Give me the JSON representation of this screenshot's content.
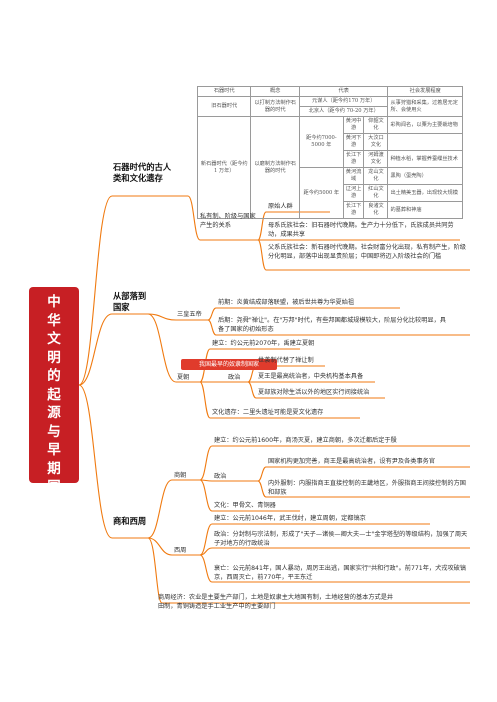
{
  "root_title": [
    "中",
    "华",
    "文",
    "明",
    "的",
    "起",
    "源",
    "与",
    "早",
    "期",
    "国",
    "家"
  ],
  "colors": {
    "root": "#c71f24",
    "branch": "#f07a10",
    "highlight": "#e03b2c"
  },
  "table": {
    "headers": [
      "石器时代",
      "概念",
      "代表",
      "社会发展程度"
    ],
    "old_age": {
      "era": "旧石器时代",
      "concept": "以打制方法制作石器的时代",
      "reps": [
        "元谋人（距今约170 万年）",
        "北京人（距今约 70-20 万年）"
      ],
      "level": "从事狩猎和采集，过着居无定所、会使用火"
    },
    "new_age": {
      "era": "新石器时代（距今约1 万年）",
      "concept": "以磨制方法制作石器的时代",
      "group1_time": "距今约7000-5000 年",
      "group2_time": "距今约5000 年",
      "rows": [
        {
          "region": "黄河中游",
          "culture": "仰韶文化",
          "level": "彩陶闻名，以粟为主要栽培物"
        },
        {
          "region": "黄河下游",
          "culture": "大汶口文化",
          "level": ""
        },
        {
          "region": "长江下游",
          "culture": "河姆渡文化",
          "level": "种植水稻，掌握养蚕缫丝技术"
        },
        {
          "region": "黄河流域",
          "culture": "龙山文化",
          "level": "黑陶（蛋壳陶）"
        },
        {
          "region": "辽河上游",
          "culture": "红山文化",
          "level": "出土精美玉器，出现较大规模"
        },
        {
          "region": "长江下游",
          "culture": "良渚文化",
          "level": "的墓葬和神庙"
        }
      ]
    }
  },
  "branches": {
    "stone_age": "石器时代的古人类和文化遗存",
    "tribe_to_state": "从部落到国家",
    "shang_zhou": "商和西周"
  },
  "stone_age": {
    "private": "私有制、阶级与国家产生的关系",
    "items": [
      "原始人群",
      "母系氏族社会：旧石器时代晚期。生产力十分低下，氏族成员共同劳动，成果共享",
      "父系氏族社会：新石器时代晚期。社会财富分化出现，私有制产生，阶级分化明显，部落中出现显贵阶层；中国即将迈入阶级社会的门槛"
    ]
  },
  "tribe": {
    "three_five": "三皇五帝",
    "tf_items": [
      "前期：炎黄结成部落联盟，被后世共尊为华夏始祖",
      "后期：尧舜\"禅让\"。在\"万邦\"时代，有些邦国都城规模较大，阶层分化比较明显，具备了国家的初始形态"
    ],
    "xia": "夏朝",
    "highlight": "我国最早的奴隶制国家",
    "xia_founded": "建立：约公元前2070年，禹建立夏朝",
    "politics": "政治",
    "pol_items": [
      "世袭制代替了禅让制",
      "夏王是最高统治者，中央机构基本具备",
      "夏部族对除生活以外的地区实行间接统治"
    ],
    "culture": "文化遗存：二里头遗址可能是夏文化遗存"
  },
  "shang_zhou": {
    "shang": "商朝",
    "shang_founded": "建立：约公元前1600年，商汤灭夏，建立商朝，多次迁都后定于殷",
    "politics": "政治",
    "shang_pol": [
      "国家机构更加完善，商王是最高统治者，设有尹及各类事务官",
      "内外服制：内服指商王直接控制的王畿地区，外服指商王间接控制的方国和部族"
    ],
    "shang_culture": "文化：甲骨文、青铜器",
    "zhou": "西周",
    "zhou_founded": "建立：公元前1046年，武王伐纣，建立周朝，定都镐京",
    "zhou_pol": "政治：分封制与宗法制，形成了\"天子—诸侯—卿大夫—士\"金字塔型的等级结构，加强了周天子对地方的行政统治",
    "zhou_decline": "衰亡：公元前841年，国人暴动，周厉王出逃，国家实行\"共和行政\"。前771年，犬戎攻破镐京，西周灭亡，前770年，平王东迁",
    "economy": "商周经济：农业是主要生产部门，土地是奴隶主大地国有制，土地经营的基本方式是井田制，青铜铸造是手工业生产中的主要部门"
  }
}
